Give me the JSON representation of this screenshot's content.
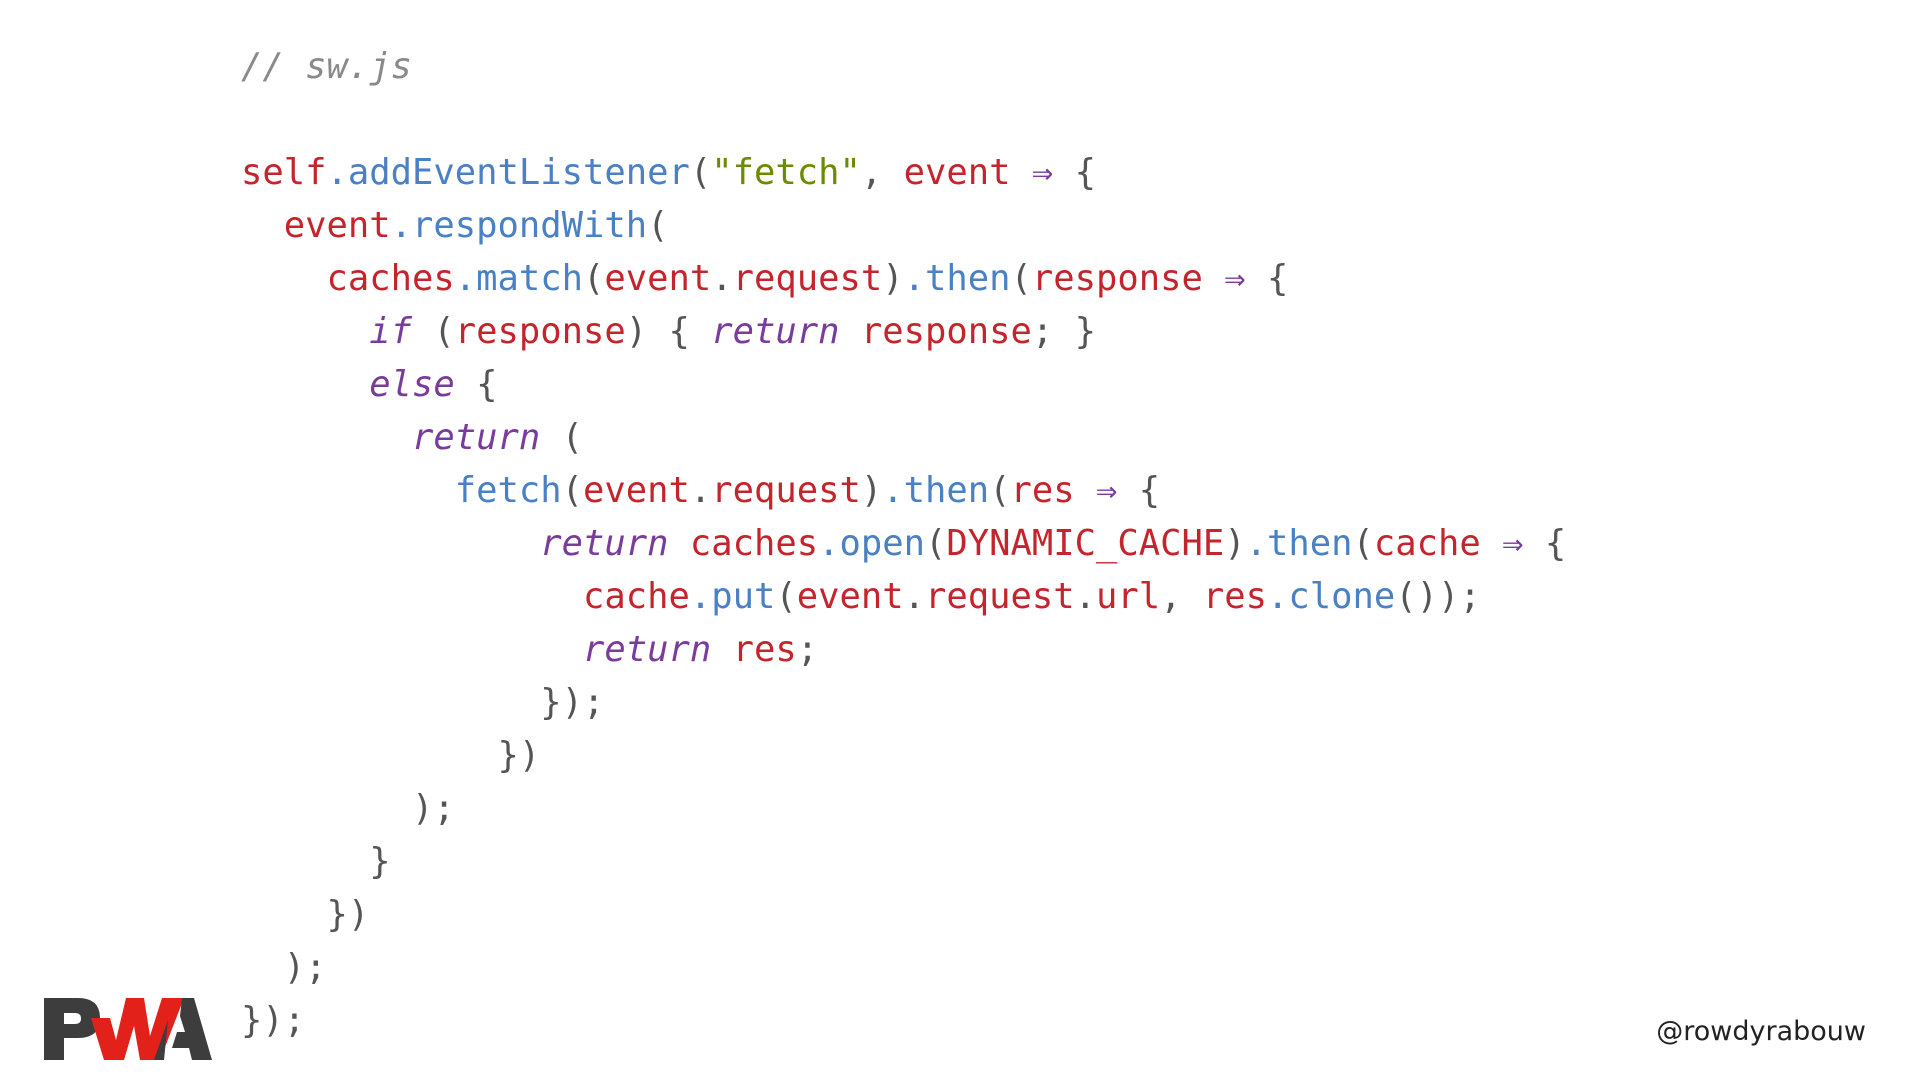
{
  "logo": {
    "text": "PWA",
    "colors": {
      "dark": "#3d3d3d",
      "red": "#e3211b"
    }
  },
  "handle": "@rowdyrabouw",
  "colors": {
    "variable": "#c4252d",
    "function": "#4a80c4",
    "string": "#6b8c00",
    "keyword": "#7a3c9c",
    "comment": "#8a8a8a"
  },
  "code": [
    [
      [
        "comment",
        "// sw.js"
      ]
    ],
    [],
    [
      [
        "var",
        "self"
      ],
      [
        "fn",
        ".addEventListener"
      ],
      [
        "p",
        "("
      ],
      [
        "str",
        "\"fetch\""
      ],
      [
        "p",
        ", "
      ],
      [
        "var",
        "event"
      ],
      [
        "p",
        " "
      ],
      [
        "op",
        "⇒"
      ],
      [
        "p",
        " {"
      ]
    ],
    [
      [
        "p",
        "  "
      ],
      [
        "var",
        "event"
      ],
      [
        "fn",
        ".respondWith"
      ],
      [
        "p",
        "("
      ]
    ],
    [
      [
        "p",
        "    "
      ],
      [
        "var",
        "caches"
      ],
      [
        "fn",
        ".match"
      ],
      [
        "p",
        "("
      ],
      [
        "var",
        "event"
      ],
      [
        "p",
        "."
      ],
      [
        "var",
        "request"
      ],
      [
        "p",
        ")"
      ],
      [
        "fn",
        ".then"
      ],
      [
        "p",
        "("
      ],
      [
        "var",
        "response"
      ],
      [
        "p",
        " "
      ],
      [
        "op",
        "⇒"
      ],
      [
        "p",
        " {"
      ]
    ],
    [
      [
        "p",
        "      "
      ],
      [
        "kw",
        "if"
      ],
      [
        "p",
        " ("
      ],
      [
        "var",
        "response"
      ],
      [
        "p",
        ") { "
      ],
      [
        "kw",
        "return"
      ],
      [
        "p",
        " "
      ],
      [
        "var",
        "response"
      ],
      [
        "p",
        "; }"
      ]
    ],
    [
      [
        "p",
        "      "
      ],
      [
        "kw",
        "else"
      ],
      [
        "p",
        " {"
      ]
    ],
    [
      [
        "p",
        "        "
      ],
      [
        "kw",
        "return"
      ],
      [
        "p",
        " ("
      ]
    ],
    [
      [
        "p",
        "          "
      ],
      [
        "fn",
        "fetch"
      ],
      [
        "p",
        "("
      ],
      [
        "var",
        "event"
      ],
      [
        "p",
        "."
      ],
      [
        "var",
        "request"
      ],
      [
        "p",
        ")"
      ],
      [
        "fn",
        ".then"
      ],
      [
        "p",
        "("
      ],
      [
        "var",
        "res"
      ],
      [
        "p",
        " "
      ],
      [
        "op",
        "⇒"
      ],
      [
        "p",
        " {"
      ]
    ],
    [
      [
        "p",
        "              "
      ],
      [
        "kw",
        "return"
      ],
      [
        "p",
        " "
      ],
      [
        "var",
        "caches"
      ],
      [
        "fn",
        ".open"
      ],
      [
        "p",
        "("
      ],
      [
        "var",
        "DYNAMIC_CACHE"
      ],
      [
        "p",
        ")"
      ],
      [
        "fn",
        ".then"
      ],
      [
        "p",
        "("
      ],
      [
        "var",
        "cache"
      ],
      [
        "p",
        " "
      ],
      [
        "op",
        "⇒"
      ],
      [
        "p",
        " {"
      ]
    ],
    [
      [
        "p",
        "                "
      ],
      [
        "var",
        "cache"
      ],
      [
        "fn",
        ".put"
      ],
      [
        "p",
        "("
      ],
      [
        "var",
        "event"
      ],
      [
        "p",
        "."
      ],
      [
        "var",
        "request"
      ],
      [
        "p",
        "."
      ],
      [
        "var",
        "url"
      ],
      [
        "p",
        ", "
      ],
      [
        "var",
        "res"
      ],
      [
        "fn",
        ".clone"
      ],
      [
        "p",
        "());"
      ]
    ],
    [
      [
        "p",
        "                "
      ],
      [
        "kw",
        "return"
      ],
      [
        "p",
        " "
      ],
      [
        "var",
        "res"
      ],
      [
        "p",
        ";"
      ]
    ],
    [
      [
        "p",
        "              });"
      ]
    ],
    [
      [
        "p",
        "            })"
      ]
    ],
    [
      [
        "p",
        "        );"
      ]
    ],
    [
      [
        "p",
        "      }"
      ]
    ],
    [
      [
        "p",
        "    })"
      ]
    ],
    [
      [
        "p",
        "  );"
      ]
    ],
    [
      [
        "p",
        "});"
      ]
    ]
  ]
}
